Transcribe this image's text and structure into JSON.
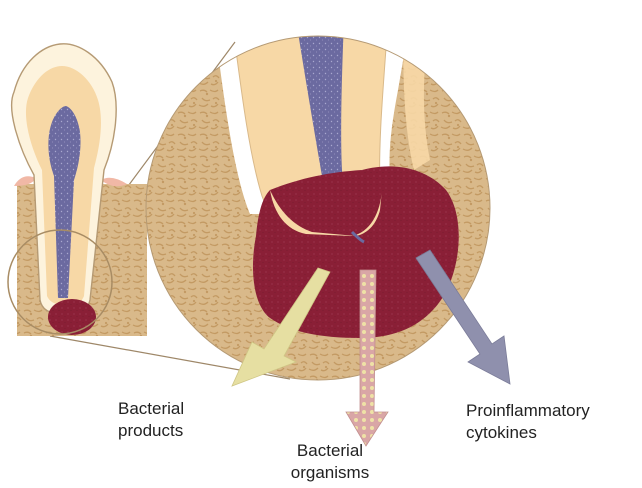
{
  "labels": {
    "bacterial_products": [
      "Bacterial",
      "products"
    ],
    "bacterial_organisms": [
      "Bacterial",
      "organisms"
    ],
    "proinflammatory_cytokines": [
      "Proinflammatory",
      "cytokines"
    ]
  },
  "colors": {
    "bone": "#d9b98a",
    "bone_pattern": "#c39a63",
    "dentin": "#f7d8a6",
    "enamel": "#fdf3dd",
    "pulp": "#6b6aa0",
    "lesion": "#8a1f36",
    "arrow_products": "#e6dfa2",
    "arrow_organisms": "#d9a6a6",
    "arrow_cytokines": "#8f90ad",
    "gum": "#f1b8a6",
    "connector": "#9e8768"
  },
  "icons": {
    "tooth": "tooth-crosssection",
    "magnifier": "magnified-root-apex"
  }
}
